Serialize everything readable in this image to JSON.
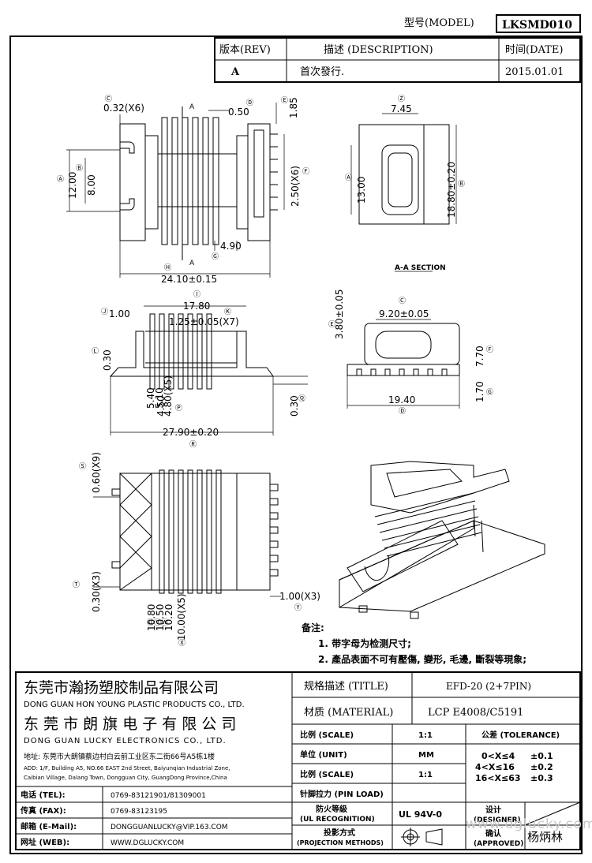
{
  "header": {
    "model_label": "型号(MODEL)",
    "model_value": "LKSMD010",
    "rev_label": "版本(REV)",
    "desc_label": "描述 (DESCRIPTION)",
    "date_label": "时间(DATE)",
    "rev_value": "A",
    "desc_value": "首次發行.",
    "date_value": "2015.01.01"
  },
  "dims": {
    "c": "0.32(X6)",
    "d": "0.50",
    "e": "1.85",
    "a": "12.00",
    "b": "8.00",
    "f": "2.50(X6)",
    "g": "4.90",
    "w1": "24.10±0.15",
    "z": "7.45",
    "a1": "13.00",
    "b1": "18.80±0.20",
    "section": "A-A SECTION",
    "i": "17.80",
    "j": "1.00",
    "k": "1.25±0.05(X7)",
    "l": "0.30",
    "n": "5.40",
    "o": "5.10",
    "p1": "4.80(X5)",
    "p": "4.50",
    "q": "0.30",
    "r": "27.90±0.20",
    "c1": "9.20±0.05",
    "e1": "3.80±0.05",
    "f1": "7.70",
    "g1": "1.70",
    "d1": "19.40",
    "s": "0.60(X9)",
    "t": "0.30(X3)",
    "y": "1.00(X3)",
    "u": "10.80",
    "v": "10.50",
    "w": "10.20",
    "x": "10.00(X5)"
  },
  "notes": {
    "title": "备注:",
    "line1": "1. 带字母为检测尺寸;",
    "line2": "2. 產品表面不可有壓傷, 變形, 毛邊, 斷裂等現象;"
  },
  "company": {
    "cn1": "东莞市瀚扬塑胶制品有限公司",
    "en1": "DONG GUAN HON YOUNG PLASTIC PRODUCTS CO., LTD.",
    "cn2": "东 莞 市 朗 旗 电 子 有 限 公 司",
    "en2": "DONG GUAN LUCKY ELECTRONICS CO., LTD.",
    "addr_cn": "地址: 东莞市大朗镇蔡边村白云前工业区东二街66号A5栋1楼",
    "addr_en1": "ADD: 1/F, Building A5, NO.66 EAST 2nd Street, Baiyunqian Industrial Zone,",
    "addr_en2": "Caibian Village, Dalang Town, Dongguan City, GuangDong Province,China"
  },
  "contact": {
    "tel_label": "电话 (TEL):",
    "tel": "0769-83121901/81309001",
    "fax_label": "传真 (FAX):",
    "fax": "0769-83123195",
    "mail_label": "邮箱 (E-Mail):",
    "mail": "DONGGUANLUCKY@VIP.163.COM",
    "web_label": "网址 (WEB):",
    "web": "WWW.DGLUCKY.COM"
  },
  "titleblock": {
    "title_label": "规格描述 (TITLE)",
    "title_value": "EFD-20 (2+7PIN)",
    "material_label": "材质 (MATERIAL)",
    "material_value": "LCP E4008/C5191",
    "scale_label": "比例 (SCALE)",
    "scale_value": "1:1",
    "tol_label": "公差 (TOLERANCE)",
    "unit_label": "单位 (UNIT)",
    "unit_value": "MM",
    "scale2_label": "比例 (SCALE)",
    "scale2_value": "1:1",
    "tol1": "0<X≤4",
    "tol1v": "±0.1",
    "tol2": "4<X≤16",
    "tol2v": "±0.2",
    "tol3": "16<X≤63",
    "tol3v": "±0.3",
    "pin_label": "针脚拉力 (PIN LOAD)",
    "ul_label1": "防火等級",
    "ul_label2": "(UL RECOGNITION)",
    "ul_value": "UL 94V-0",
    "proj_label1": "投影方式",
    "proj_label2": "(PROJECTION METHODS)",
    "designer_label1": "设计",
    "designer_label2": "(DESIGNER)",
    "approved_label1": "确认",
    "approved_label2": "(APPROVED)",
    "approved_value": "杨炳林",
    "watermark": "www.dglucky.com"
  }
}
